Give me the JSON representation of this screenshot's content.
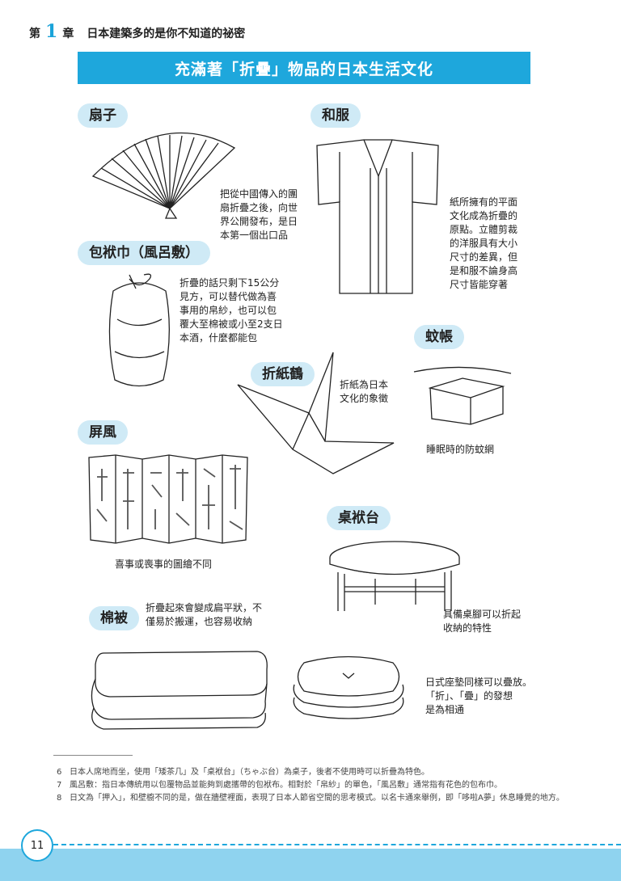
{
  "header": {
    "chapter_prefix": "第",
    "chapter_number": "1",
    "chapter_suffix": "章",
    "chapter_title": "日本建築多的是你不知道的祕密"
  },
  "title": "充滿著「折疊」物品的日本生活文化",
  "sections": {
    "fan": {
      "label": "扇子",
      "desc": [
        "把從中國傳入的團",
        "扇折疊之後，向世",
        "界公開發布，是日",
        "本第一個出口品"
      ]
    },
    "kimono": {
      "label": "和服",
      "desc": [
        "紙所擁有的平面",
        "文化成為折疊的",
        "原點。立體剪裁",
        "的洋服具有大小",
        "尺寸的差異，但",
        "是和服不論身高",
        "尺寸皆能穿著"
      ]
    },
    "furoshiki": {
      "label": "包袱巾（風呂敷）",
      "desc": [
        "折疊的話只剩下15公分",
        "見方，可以替代做為喜",
        "事用的帛紗，也可以包",
        "覆大至棉被或小至2支日",
        "本酒，什麼都能包"
      ]
    },
    "mosquito_net": {
      "label": "蚊帳",
      "desc": [
        "睡眠時的防蚊網"
      ]
    },
    "crane": {
      "label": "折紙鶴",
      "desc": [
        "折紙為日本",
        "文化的象徵"
      ]
    },
    "screen": {
      "label": "屏風",
      "desc": [
        "喜事或喪事的圖繪不同"
      ]
    },
    "table": {
      "label": "桌袱台",
      "desc": [
        "具備桌腳可以折起",
        "收納的特性"
      ]
    },
    "futon": {
      "label": "棉被",
      "desc": [
        "折疊起來會變成扁平狀，不",
        "僅易於搬運，也容易收納"
      ]
    },
    "cushion": {
      "desc": [
        "日式座墊同樣可以疊放。",
        "「折」、「疊」的發想",
        "是為相通"
      ]
    }
  },
  "footnotes": [
    {
      "n": "6",
      "text": "日本人席地而坐，使用「矮茶几」及「桌袱台」（ちゃぶ台）為桌子，後者不使用時可以折疊為特色。"
    },
    {
      "n": "7",
      "text": "風呂敷：指日本傳統用以包覆物品並能夠到處攜帶的包袱布。相對於「帛紗」的單色，「風呂敷」通常指有花色的包布巾。"
    },
    {
      "n": "8",
      "text": "日文為「押入」，和壁櫥不同的是，做在牆壁裡面，表現了日本人節省空間的思考模式。以名卡通來舉例，即「哆啦A夢」休息睡覺的地方。"
    }
  ],
  "page_number": "11",
  "colors": {
    "accent": "#1ea7dc",
    "pill_bg": "#cfeaf6",
    "band": "#8fd3ef"
  }
}
